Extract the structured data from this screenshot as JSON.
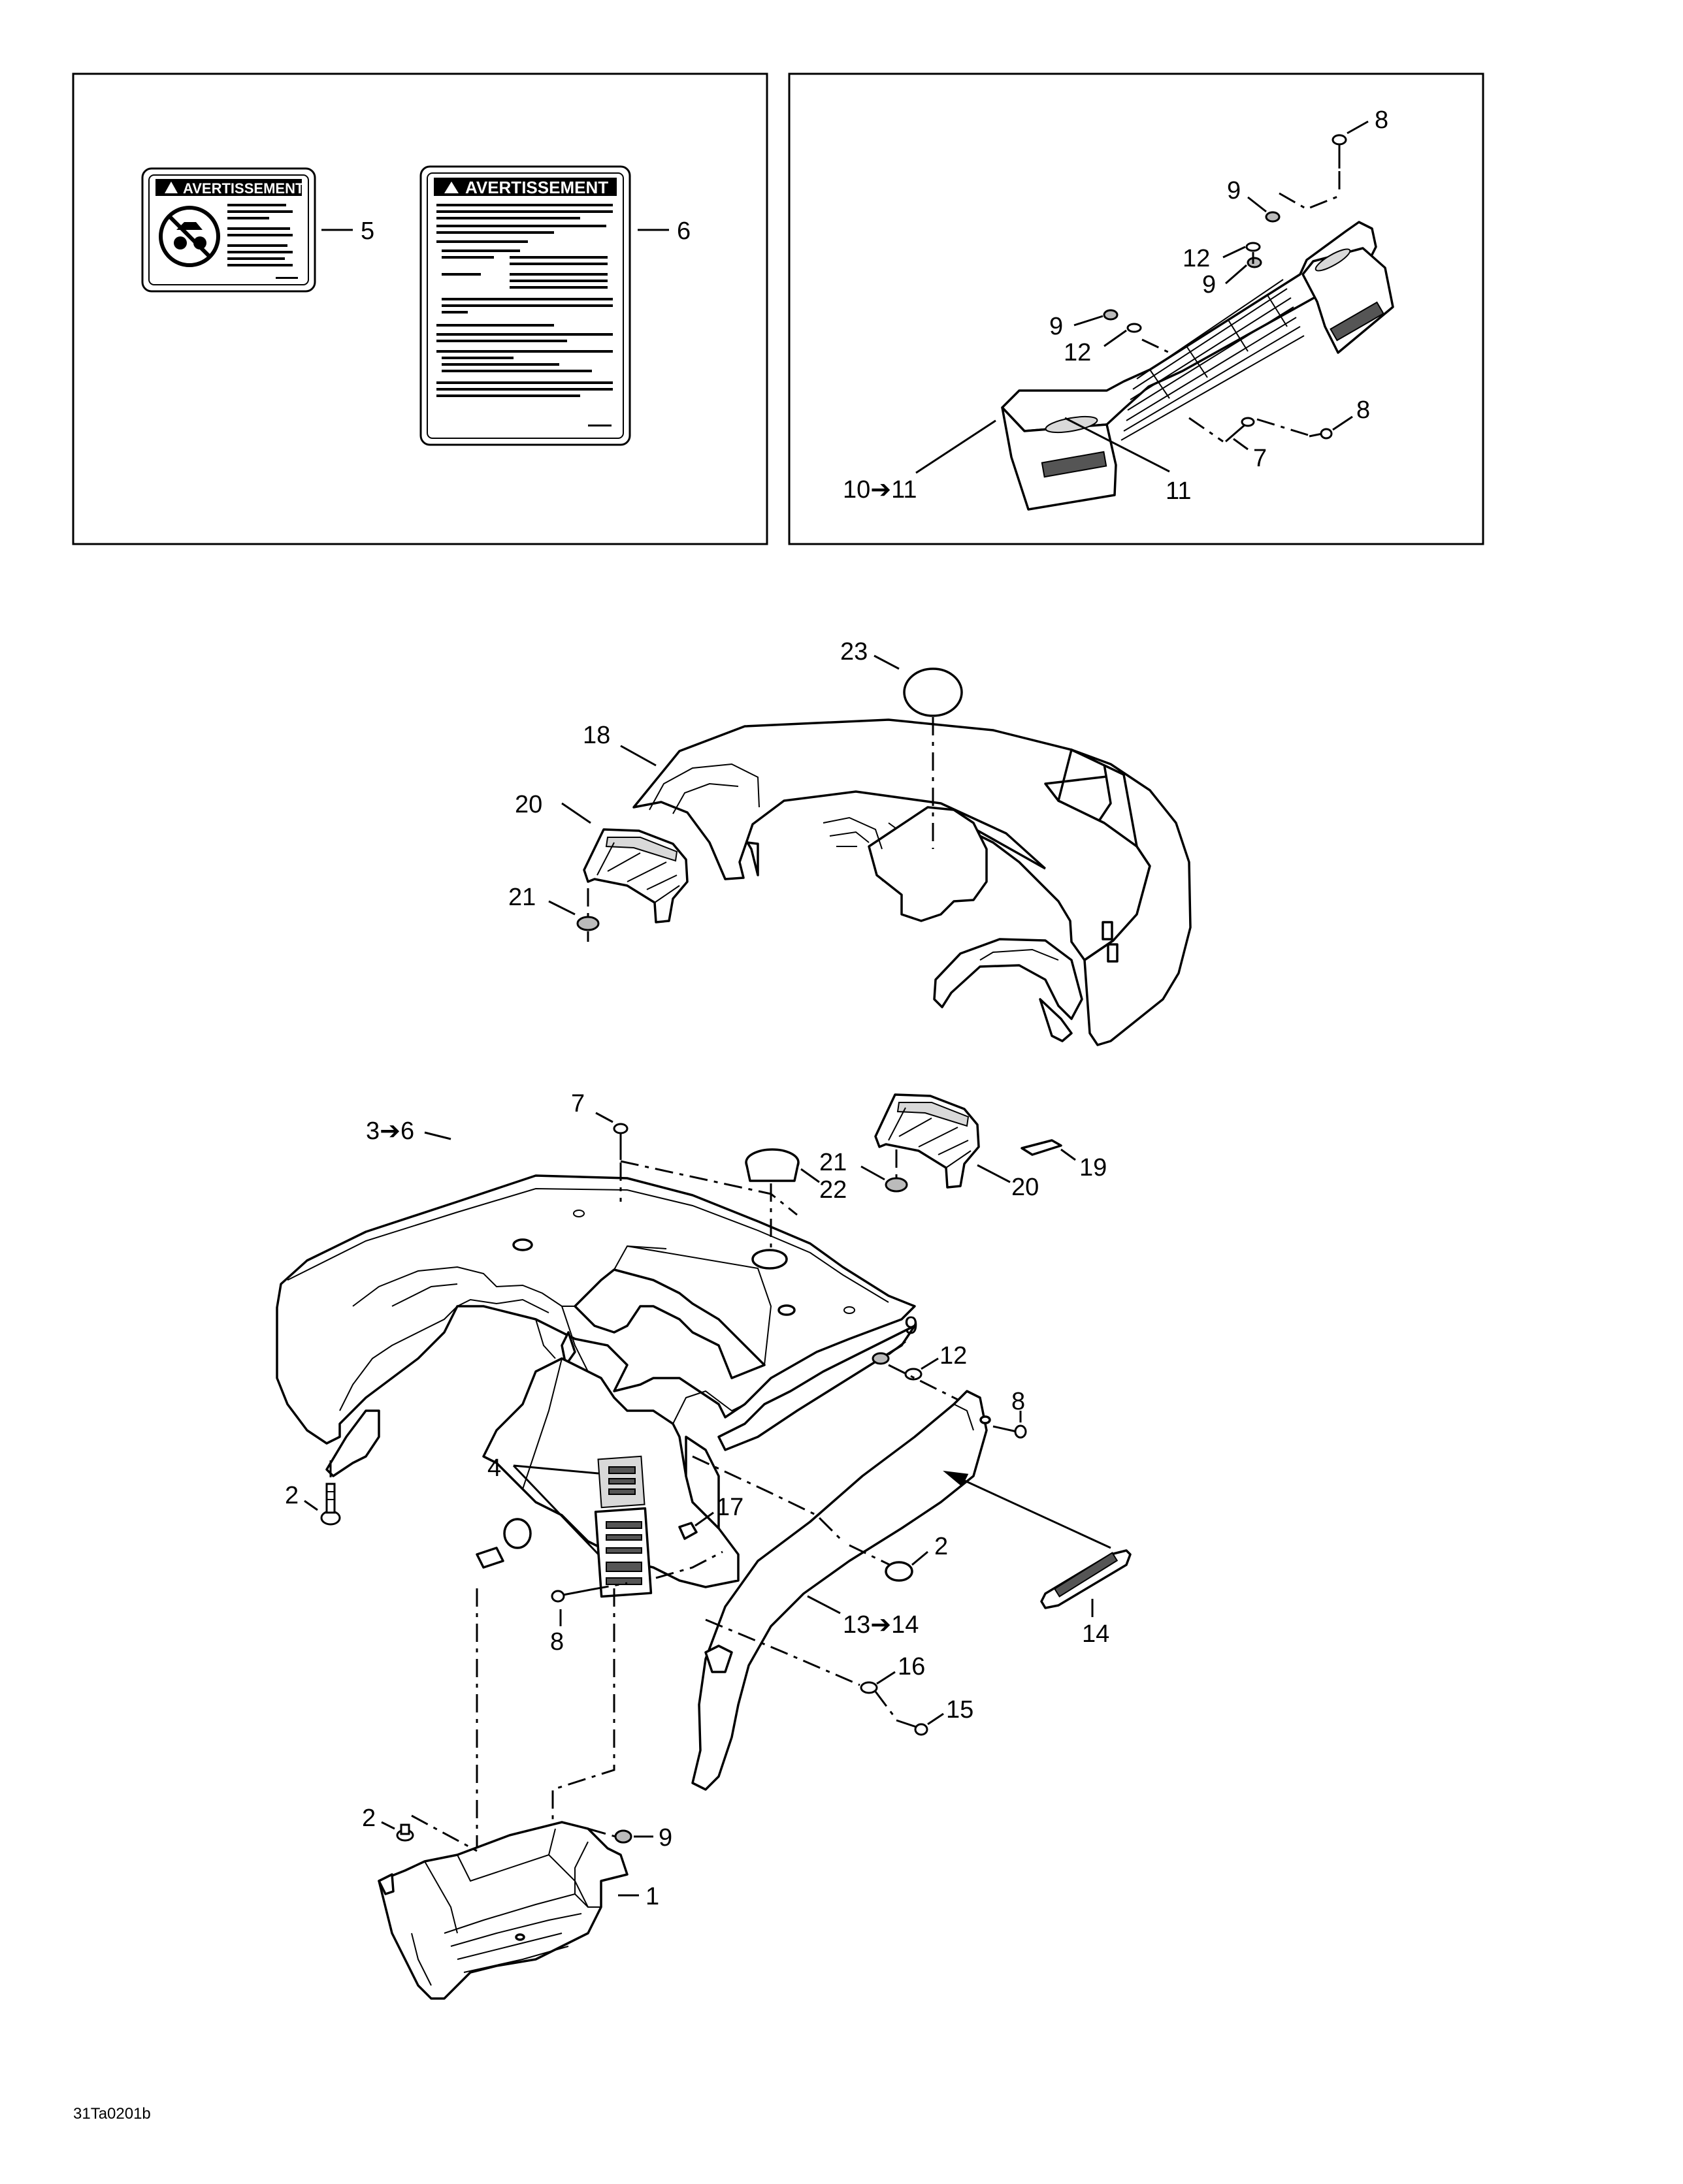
{
  "figure_code": "31Ta0201b",
  "decals": {
    "small_title": "AVERTISSEMENT",
    "large_title": "AVERTISSEMENT"
  },
  "callouts": {
    "c1": "1",
    "c2a": "2",
    "c2b": "2",
    "c2c": "2",
    "c3_6": "3➔6",
    "c4": "4",
    "c5": "5",
    "c6": "6",
    "c7a": "7",
    "c7b": "7",
    "c8a": "8",
    "c8b": "8",
    "c8c": "8",
    "c8d": "8",
    "c9a": "9",
    "c9b": "9",
    "c9c": "9",
    "c9d": "9",
    "c9e": "9",
    "c10_11": "10➔11",
    "c11": "11",
    "c12a": "12",
    "c12b": "12",
    "c12c": "12",
    "c13_14": "13➔14",
    "c14": "14",
    "c15": "15",
    "c16": "16",
    "c17": "17",
    "c18": "18",
    "c19": "19",
    "c20a": "20",
    "c20b": "20",
    "c21a": "21",
    "c21b": "21",
    "c22": "22",
    "c23": "23"
  }
}
